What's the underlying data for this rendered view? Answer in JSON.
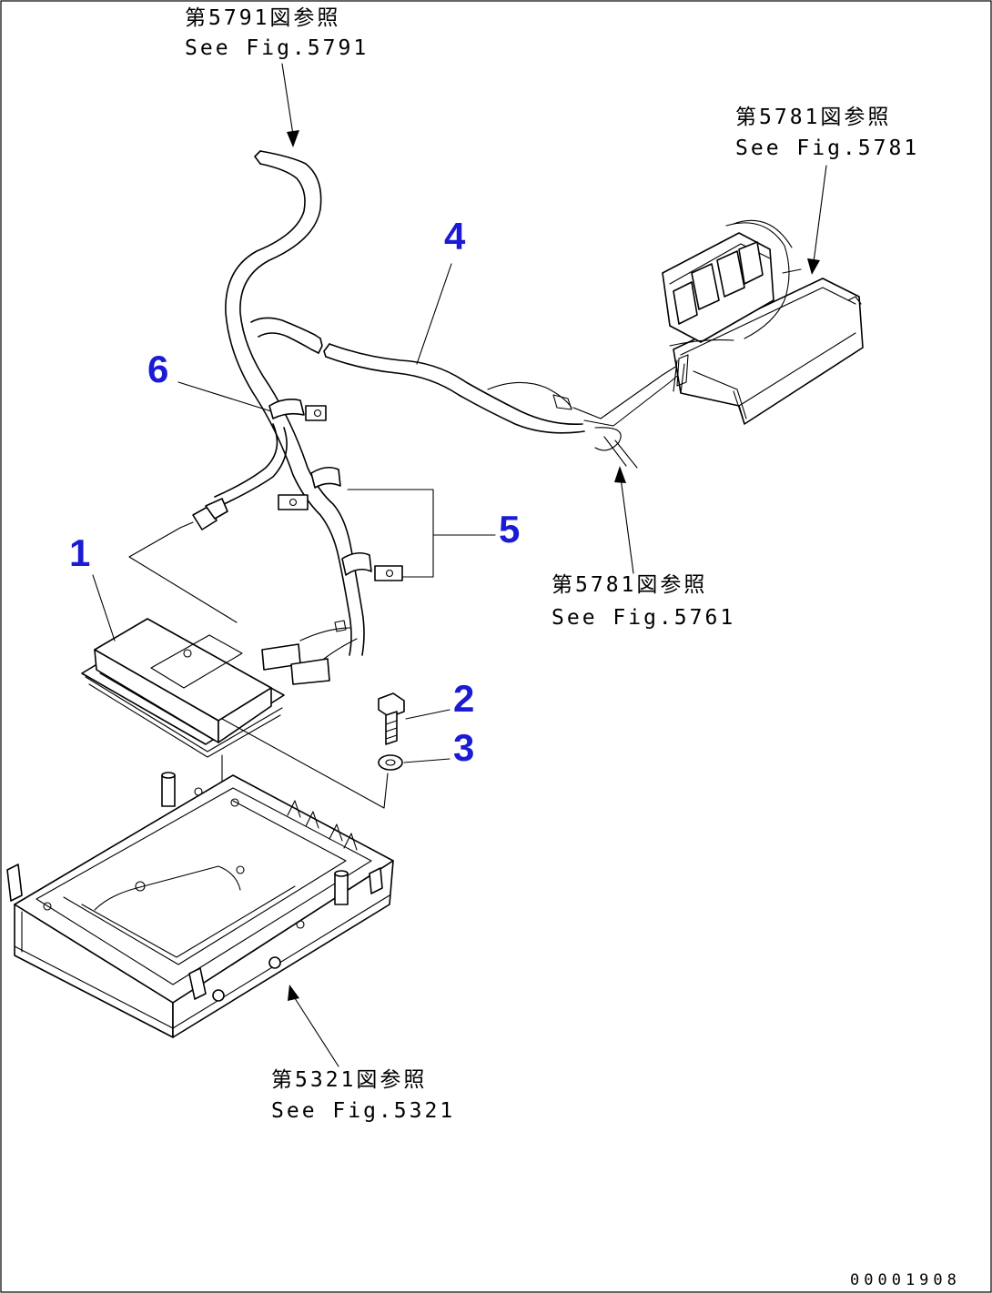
{
  "colors": {
    "callout": "#1b1bd6",
    "line": "#000000",
    "background": "#ffffff"
  },
  "callouts": [
    "1",
    "2",
    "3",
    "4",
    "5",
    "6"
  ],
  "references": [
    {
      "jp": "第5791図参照",
      "en": "See Fig.5791"
    },
    {
      "jp": "第5781図参照",
      "en": "See Fig.5781"
    },
    {
      "jp": "第5781図参照",
      "en": "See Fig.5761"
    },
    {
      "jp": "第5321図参照",
      "en": "See Fig.5321"
    }
  ],
  "document_number": "00001908"
}
